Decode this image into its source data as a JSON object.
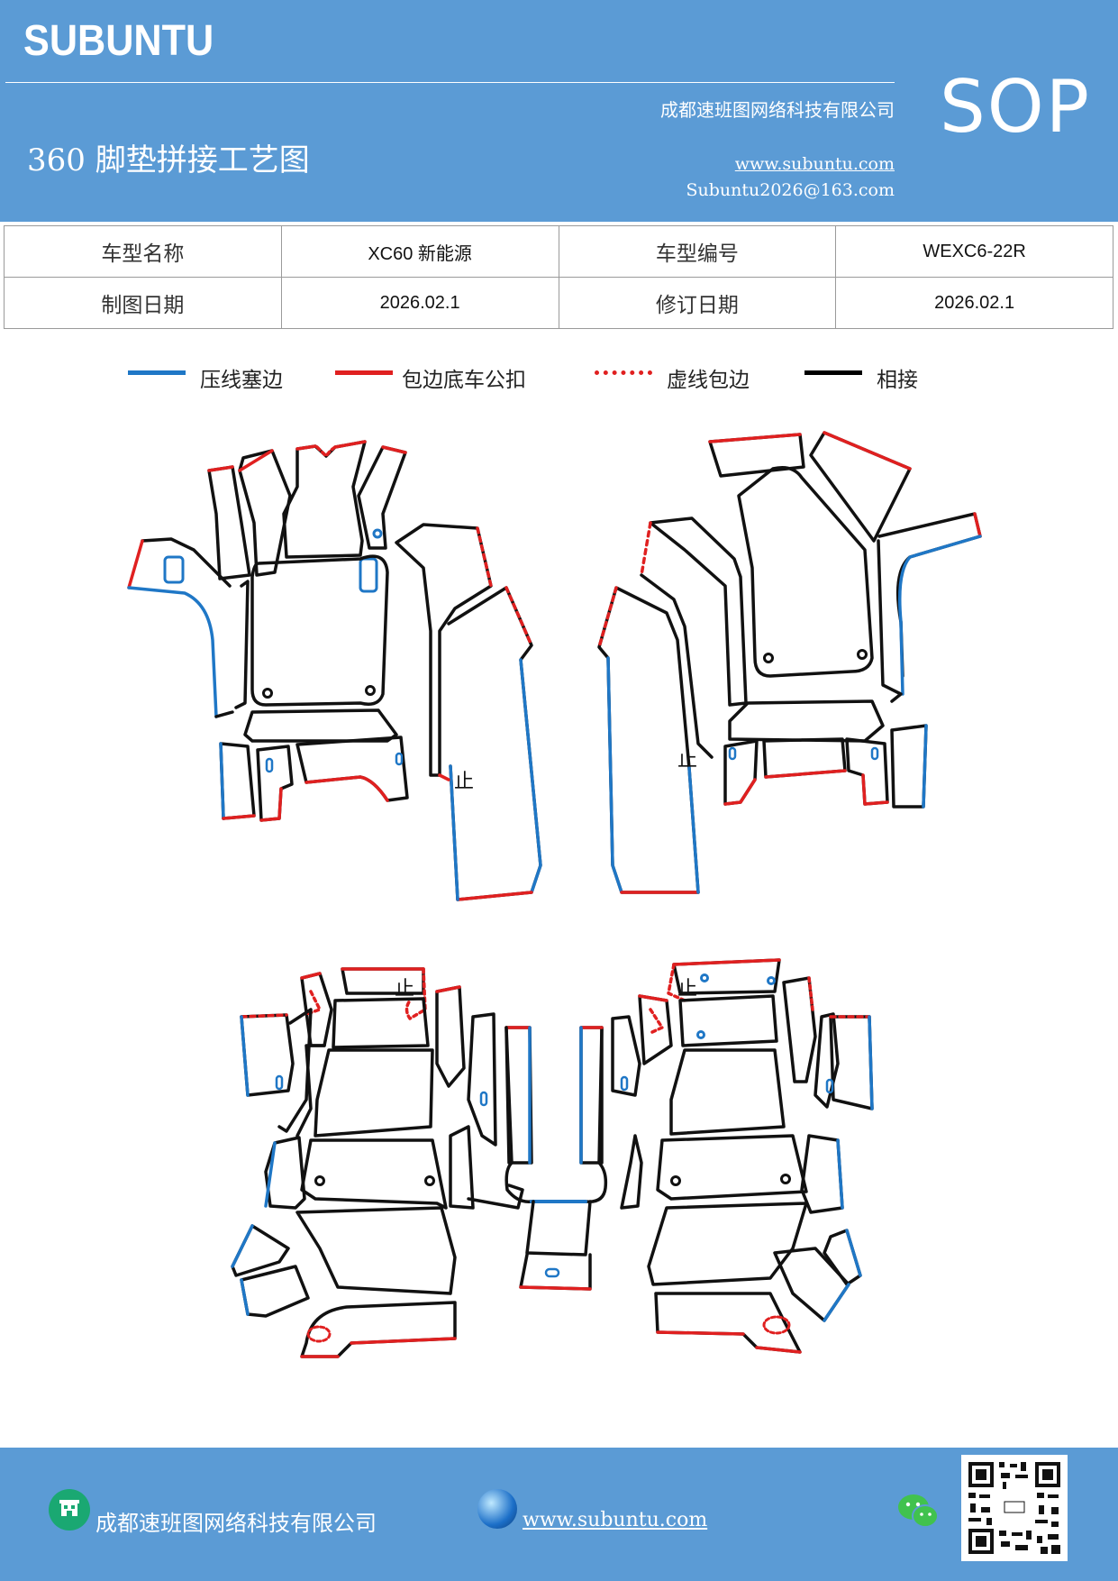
{
  "header": {
    "brand": "SUBUNTU",
    "company": "成都速班图网络科技有限公司",
    "title": "360 脚垫拼接工艺图",
    "website": "www.subuntu.com",
    "email": "Subuntu2026@163.com",
    "badge": "SOP"
  },
  "info_table": {
    "row1": {
      "label1": "车型名称",
      "value1": "XC60 新能源",
      "label2": "车型编号",
      "value2": "WEXC6-22R"
    },
    "row2": {
      "label1": "制图日期",
      "value1": "2026.02.1",
      "label2": "修订日期",
      "value2": "2026.02.1"
    }
  },
  "legend": [
    {
      "label": "压线塞边",
      "color": "#1f77c6",
      "style": "solid"
    },
    {
      "label": "包边底车公扣",
      "color": "#e02020",
      "style": "solid"
    },
    {
      "label": "虚线包边",
      "color": "#e02020",
      "style": "dotted"
    },
    {
      "label": "相接",
      "color": "#000000",
      "style": "solid"
    }
  ],
  "diagram": {
    "marker": "止",
    "colors": {
      "press_line": "#1f77c6",
      "binding": "#e02020",
      "joint": "#111111"
    }
  },
  "footer": {
    "company": "成都速班图网络科技有限公司",
    "website": "www.subuntu.com",
    "icons": [
      "building-icon",
      "globe-icon",
      "wechat-icon",
      "qr-code"
    ]
  }
}
